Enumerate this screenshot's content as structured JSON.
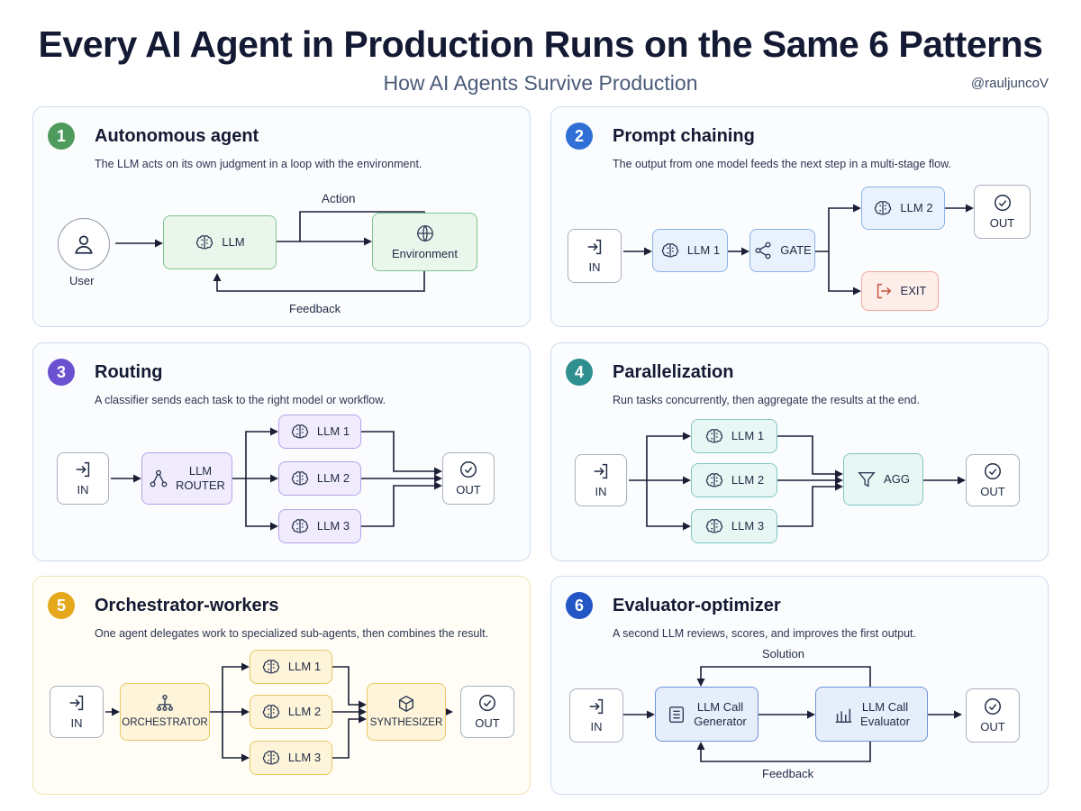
{
  "header": {
    "title": "Every AI Agent in Production Runs on the Same 6 Patterns",
    "subtitle": "How AI Agents Survive Production",
    "handle": "@rauljuncoV"
  },
  "colors": {
    "p1": "#4f9a5d",
    "p2": "#2f6fd6",
    "p3": "#6b50cf",
    "p4": "#2f8f8f",
    "p5": "#e5a81c",
    "p6": "#2256c4"
  },
  "panels": {
    "p1": {
      "num": "1",
      "title": "Autonomous agent",
      "desc": "The LLM acts on its own judgment in a loop with the environment.",
      "user": "User",
      "llm": "LLM",
      "env": "Environment",
      "action": "Action",
      "feedback": "Feedback"
    },
    "p2": {
      "num": "2",
      "title": "Prompt chaining",
      "desc": "The output from one model feeds the next step in a multi-stage flow.",
      "in": "IN",
      "llm1": "LLM 1",
      "gate": "GATE",
      "llm2": "LLM 2",
      "out": "OUT",
      "exit": "EXIT"
    },
    "p3": {
      "num": "3",
      "title": "Routing",
      "desc": "A classifier sends each task to the right model or workflow.",
      "in": "IN",
      "router_line1": "LLM",
      "router_line2": "ROUTER",
      "llm1": "LLM 1",
      "llm2": "LLM 2",
      "llm3": "LLM 3",
      "out": "OUT"
    },
    "p4": {
      "num": "4",
      "title": "Parallelization",
      "desc": "Run tasks concurrently, then aggregate the results at the end.",
      "in": "IN",
      "llm1": "LLM 1",
      "llm2": "LLM 2",
      "llm3": "LLM 3",
      "agg": "AGG",
      "out": "OUT"
    },
    "p5": {
      "num": "5",
      "title": "Orchestrator-workers",
      "desc": "One agent delegates work to specialized sub-agents, then combines the result.",
      "in": "IN",
      "orchestrator": "ORCHESTRATOR",
      "llm1": "LLM 1",
      "llm2": "LLM 2",
      "llm3": "LLM 3",
      "synthesizer": "SYNTHESIZER",
      "out": "OUT"
    },
    "p6": {
      "num": "6",
      "title": "Evaluator-optimizer",
      "desc": "A second LLM reviews, scores, and improves the first output.",
      "in": "IN",
      "gen_line1": "LLM Call",
      "gen_line2": "Generator",
      "eval_line1": "LLM Call",
      "eval_line2": "Evaluator",
      "out": "OUT",
      "solution": "Solution",
      "feedback": "Feedback"
    }
  },
  "icons": [
    "user-icon",
    "brain-icon",
    "globe-icon",
    "input-arrow-icon",
    "share-node-icon",
    "check-circle-icon",
    "exit-icon",
    "tree-node-icon",
    "funnel-icon",
    "hierarchy-icon",
    "cube-icon",
    "list-icon",
    "bar-chart-icon"
  ]
}
